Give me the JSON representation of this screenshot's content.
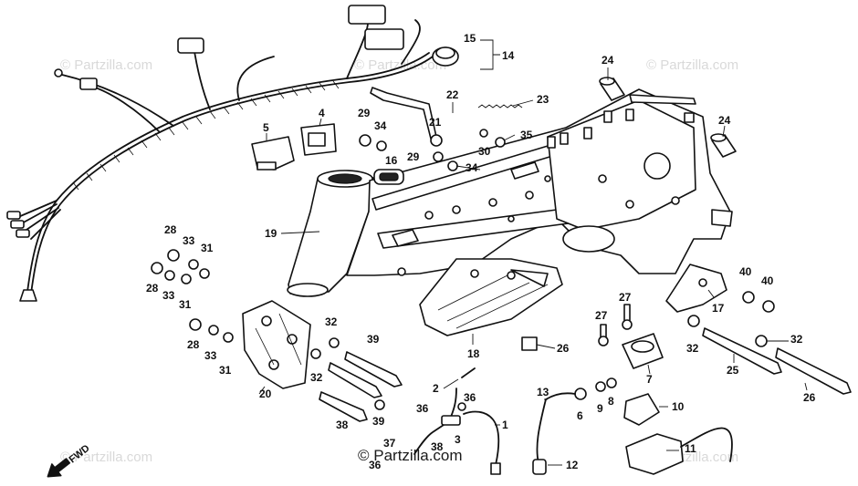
{
  "watermarks": {
    "text": "© Partzilla.com",
    "bottom": "© Partzilla.com"
  },
  "direction_label": "FWD",
  "callouts": [
    {
      "id": "c1",
      "text": "15"
    },
    {
      "id": "c2",
      "text": "14"
    },
    {
      "id": "c3",
      "text": "24"
    },
    {
      "id": "c4",
      "text": "24"
    },
    {
      "id": "c5",
      "text": "22"
    },
    {
      "id": "c6",
      "text": "23"
    },
    {
      "id": "c7",
      "text": "4"
    },
    {
      "id": "c8",
      "text": "5"
    },
    {
      "id": "c9",
      "text": "29"
    },
    {
      "id": "c10",
      "text": "34"
    },
    {
      "id": "c11",
      "text": "21"
    },
    {
      "id": "c12",
      "text": "35"
    },
    {
      "id": "c13",
      "text": "30"
    },
    {
      "id": "c14",
      "text": "16"
    },
    {
      "id": "c15",
      "text": "29"
    },
    {
      "id": "c16",
      "text": "34"
    },
    {
      "id": "c17",
      "text": "19"
    },
    {
      "id": "c18",
      "text": "28"
    },
    {
      "id": "c19",
      "text": "33"
    },
    {
      "id": "c20",
      "text": "31"
    },
    {
      "id": "c21",
      "text": "28"
    },
    {
      "id": "c22",
      "text": "33"
    },
    {
      "id": "c23",
      "text": "31"
    },
    {
      "id": "c24",
      "text": "28"
    },
    {
      "id": "c25",
      "text": "33"
    },
    {
      "id": "c26",
      "text": "31"
    },
    {
      "id": "c27",
      "text": "20"
    },
    {
      "id": "c28",
      "text": "32"
    },
    {
      "id": "c29",
      "text": "32"
    },
    {
      "id": "c30",
      "text": "39"
    },
    {
      "id": "c31",
      "text": "39"
    },
    {
      "id": "c32",
      "text": "38"
    },
    {
      "id": "c33",
      "text": "18"
    },
    {
      "id": "c34",
      "text": "27"
    },
    {
      "id": "c35",
      "text": "27"
    },
    {
      "id": "c36",
      "text": "26"
    },
    {
      "id": "c37",
      "text": "7"
    },
    {
      "id": "c38",
      "text": "17"
    },
    {
      "id": "c39",
      "text": "40"
    },
    {
      "id": "c40",
      "text": "40"
    },
    {
      "id": "c41",
      "text": "32"
    },
    {
      "id": "c42",
      "text": "32"
    },
    {
      "id": "c43",
      "text": "25"
    },
    {
      "id": "c44",
      "text": "26"
    },
    {
      "id": "c45",
      "text": "2"
    },
    {
      "id": "c46",
      "text": "36"
    },
    {
      "id": "c47",
      "text": "36"
    },
    {
      "id": "c48",
      "text": "3"
    },
    {
      "id": "c49",
      "text": "1"
    },
    {
      "id": "c50",
      "text": "13"
    },
    {
      "id": "c51",
      "text": "6"
    },
    {
      "id": "c52",
      "text": "9"
    },
    {
      "id": "c53",
      "text": "8"
    },
    {
      "id": "c54",
      "text": "10"
    },
    {
      "id": "c55",
      "text": "11"
    },
    {
      "id": "c56",
      "text": "12"
    },
    {
      "id": "c57",
      "text": "37"
    },
    {
      "id": "c58",
      "text": "38"
    },
    {
      "id": "c59",
      "text": "36"
    }
  ]
}
